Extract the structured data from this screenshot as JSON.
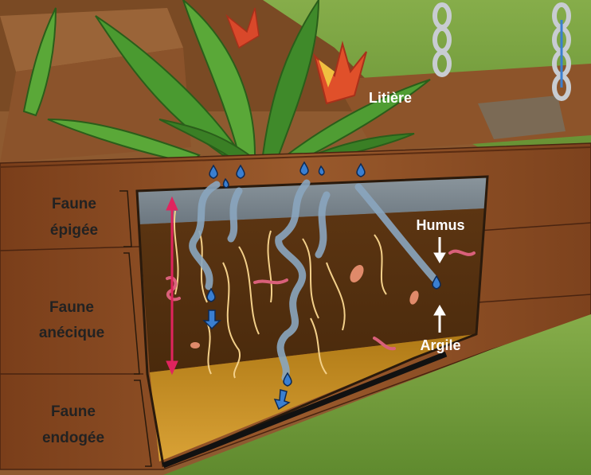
{
  "labels": {
    "litiere": "Litière",
    "humus": "Humus",
    "argile": "Argile",
    "epigee_line1": "Faune",
    "epigee_line2": "épigée",
    "anecique_line1": "Faune",
    "anecique_line2": "anécique",
    "endogee_line1": "Faune",
    "endogee_line2": "endogée"
  },
  "colors": {
    "wood": "#8a4a22",
    "wood_dark": "#6b3516",
    "grass": "#6f9a3a",
    "litter_layer": "#7f8c95",
    "humus_layer": "#5a3410",
    "clay_layer": "#c68f1f",
    "water_drop": "#3a7fd1",
    "water_path": "#8aa6bf",
    "depth_arrow": "#e0245e",
    "root": "#f3d08a",
    "worm": "#d9607a"
  },
  "icons": [
    "water-drop-icon",
    "down-arrow-icon",
    "depth-double-arrow-icon",
    "earthworm-icon",
    "leaf-icon",
    "flower-icon",
    "chain-icon"
  ]
}
